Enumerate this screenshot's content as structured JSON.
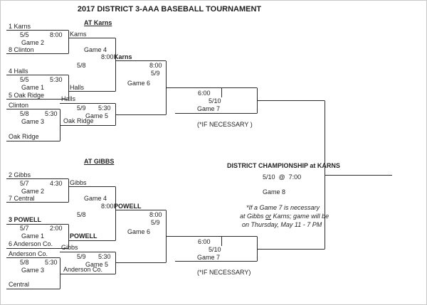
{
  "title": "2017 DISTRICT 3-AAA BASEBALL TOURNAMENT",
  "karns": {
    "header": "AT Karns",
    "game1": {
      "label": "Game 1",
      "date": "5/5",
      "time": "5:30",
      "seed_a": "4 Halls",
      "seed_b": "5 Oak Ridge",
      "winner": "Halls"
    },
    "game2": {
      "label": "Game 2",
      "date": "5/5",
      "time": "8:00",
      "seed_a": "1 Karns",
      "seed_b": "8 Clinton",
      "winner": "Karns"
    },
    "game3": {
      "label": "Game 3",
      "date": "5/8",
      "time": "5:30",
      "team_a": "Clinton",
      "team_b": "Oak Ridge",
      "winner": "Oak Ridge"
    },
    "game4": {
      "label": "Game 4",
      "date": "5/8",
      "time": "8:00",
      "winner": "Karns"
    },
    "game5": {
      "label": "Game 5",
      "date": "5/9",
      "time": "5:30",
      "team_a": "Halls"
    },
    "game6": {
      "label": "Game 6",
      "date": "5/9",
      "time": "8:00"
    },
    "game7": {
      "label": "Game 7",
      "date": "5/10",
      "time": "6:00",
      "note": "(*IF NECESSARY )"
    }
  },
  "gibbs": {
    "header": "AT GIBBS",
    "game1": {
      "label": "Game 1",
      "date": "5/7",
      "time": "2:00",
      "seed_a": "3 POWELL",
      "seed_b": "6 Anderson Co.",
      "winner": "POWELL"
    },
    "game2": {
      "label": "Game 2",
      "date": "5/7",
      "time": "4:30",
      "seed_a": "2 Gibbs",
      "seed_b": "7 Central",
      "winner": "Gibbs"
    },
    "game3": {
      "label": "Game 3",
      "date": "5/8",
      "time": "5:30",
      "team_a": "Anderson Co.",
      "team_b": "Central",
      "winner": "Anderson Co."
    },
    "game4": {
      "label": "Game 4",
      "date": "5/8",
      "time": "8:00",
      "winner": "POWELL"
    },
    "game5": {
      "label": "Game 5",
      "date": "5/9",
      "time": "5:30",
      "team_a": "Gibbs"
    },
    "game6": {
      "label": "Game 6",
      "date": "5/9",
      "time": "8:00"
    },
    "game7": {
      "label": "Game 7",
      "date": "5/10",
      "time": "6:00",
      "note": "(*IF NECESSARY)"
    }
  },
  "championship": {
    "heading": "DISTRICT CHAMPIONSHIP at KARNS",
    "datetime": "5/10  @  7:00",
    "game_label": "Game 8",
    "note_line1": "*If a Game 7 is necessary",
    "note_line2a": "at Gibbs ",
    "note_line2_or": "or",
    "note_line2b": " Karns; game will be",
    "note_line3": "on Thursday, May 11 - 7 PM"
  }
}
